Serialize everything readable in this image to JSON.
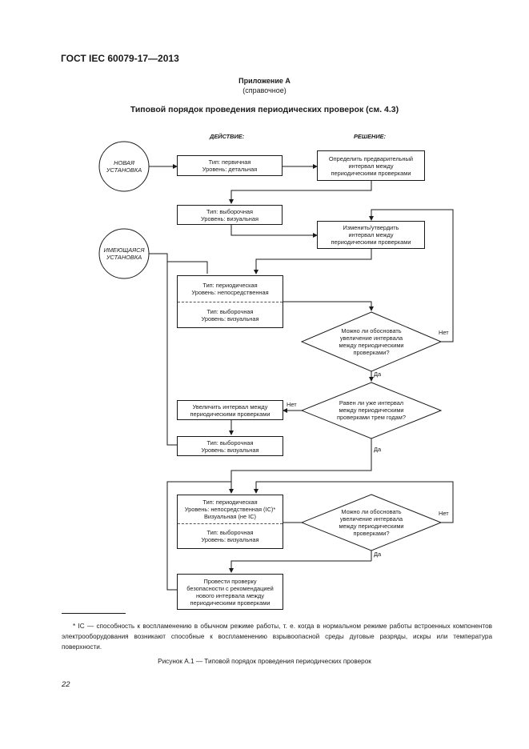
{
  "header": {
    "standard": "ГОСТ IEC 60079-17—2013"
  },
  "appendix": {
    "title": "Приложение А",
    "subtitle": "(справочное)",
    "heading": "Типовой порядок проведения периодических проверок (см. 4.3)"
  },
  "flow": {
    "col_action": "ДЕЙСТВИЕ:",
    "col_decision": "РЕШЕНИЕ:",
    "start_new": [
      "НОВАЯ",
      "УСТАНОВКА"
    ],
    "start_existing": [
      "ИМЕЮЩАЯСЯ",
      "УСТАНОВКА"
    ],
    "box_initial": [
      "Тип: первичная",
      "Уровень: детальная"
    ],
    "box_determine": [
      "Определить предварительный",
      "интервал между",
      "периодическими проверками"
    ],
    "box_sample1": [
      "Тип: выборочная",
      "Уровень: визуальная"
    ],
    "box_change": [
      "Изменить/утвердить",
      "интервал между",
      "периодическими проверками"
    ],
    "box_periodic_top": [
      "Тип: периодическая",
      "Уровень: непосредственная"
    ],
    "box_periodic_bottom": [
      "Тип: выборочная",
      "Уровень: визуальная"
    ],
    "decision_increase": [
      "Можно ли обосновать",
      "увеличение интервала",
      "между периодическими",
      "проверками?"
    ],
    "decision_three_years": [
      "Равен ли уже интервал",
      "между периодическими",
      "проверками трем годам?"
    ],
    "box_increase": [
      "Увеличить интервал между",
      "периодическими проверками"
    ],
    "box_sample2": [
      "Тип: выборочная",
      "Уровень: визуальная"
    ],
    "box_periodic2_top": [
      "Тип: периодическая",
      "Уровень: непосредственная (IC)*",
      "Визуальная (не IC)"
    ],
    "box_periodic2_bottom": [
      "Тип: выборочная",
      "Уровень: визуальная"
    ],
    "decision_increase2": [
      "Можно ли обосновать",
      "увеличение интервала",
      "между периодическими",
      "проверками?"
    ],
    "box_safety": [
      "Провести проверку",
      "безопасности с рекомендацией",
      "нового интервала между",
      "периодическими проверками"
    ],
    "label_no": "Нет",
    "label_yes": "Да"
  },
  "footnote": "* IC — способность к воспламенению в обычном режиме работы, т. е. когда в нормальном режиме работы встроенных компонентов электрооборудования возникают способные к воспламенению взрывоопасной среды дуговые разряды, искры или температура поверхности.",
  "caption": "Рисунок А.1 — Типовой порядок проведения периодических проверок",
  "page_number": "22"
}
